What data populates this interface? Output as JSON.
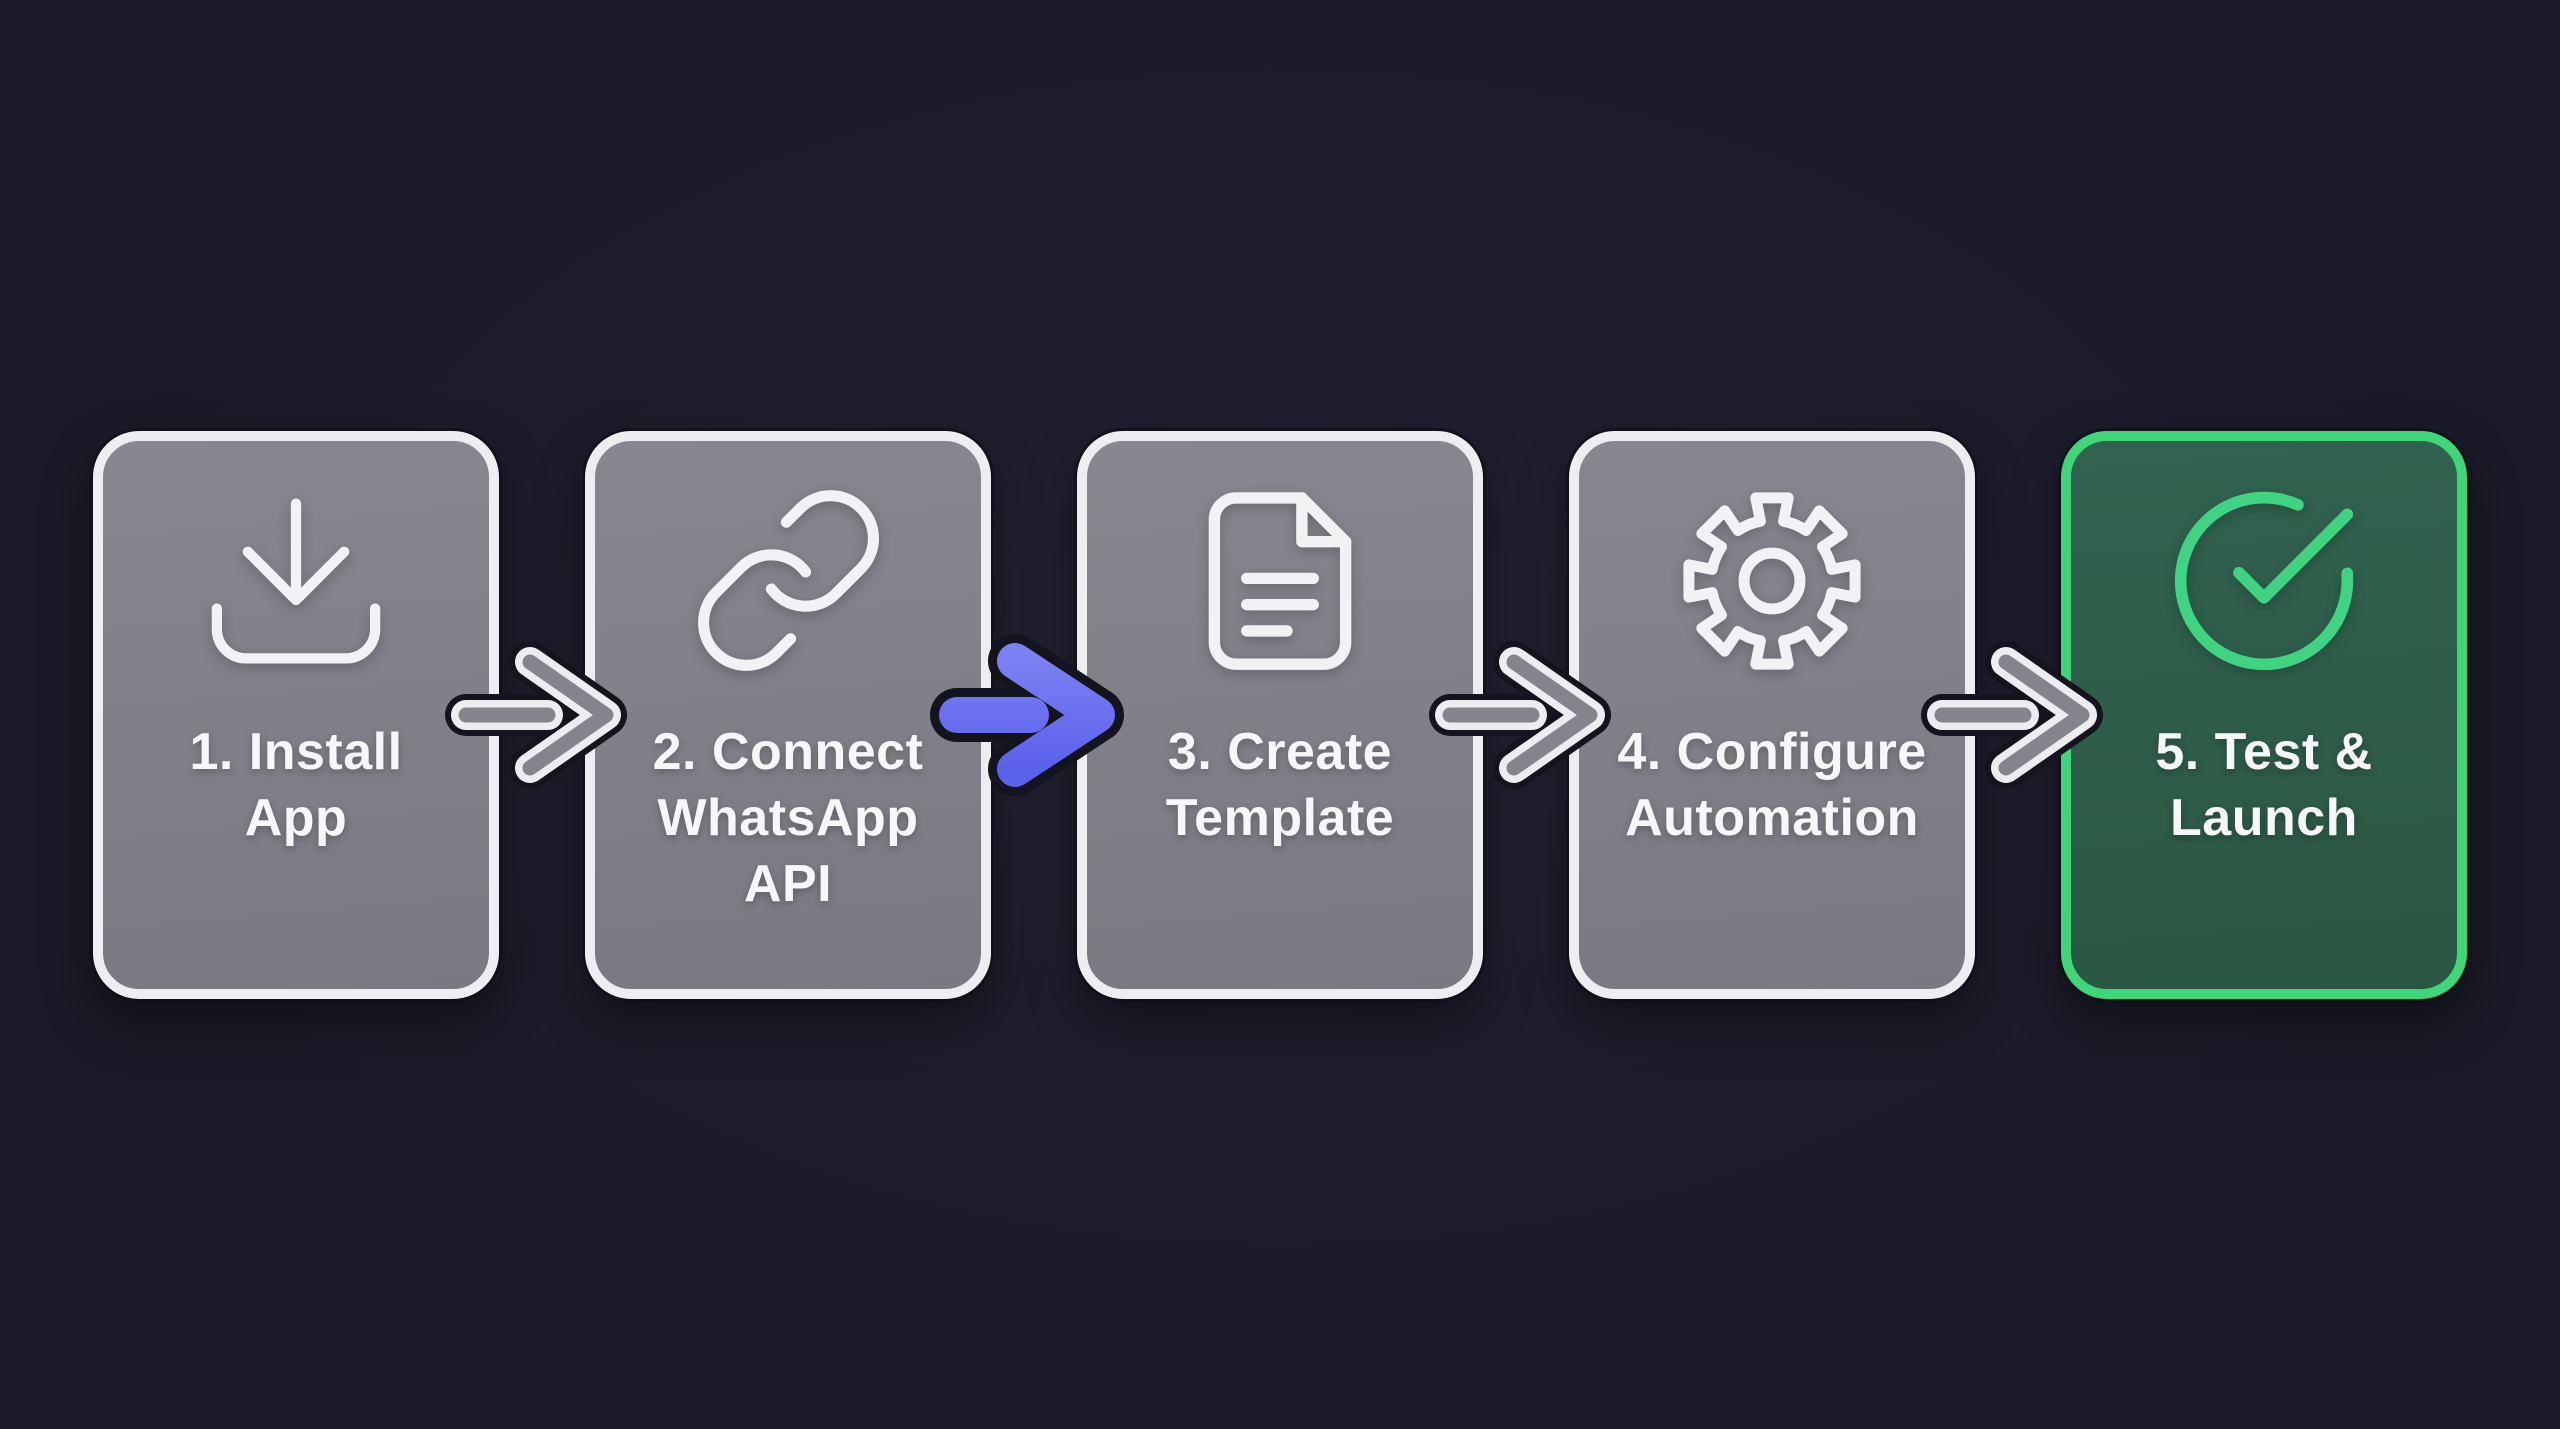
{
  "diagram": {
    "steps": [
      {
        "label": "1. Install\nApp",
        "icon": "download",
        "state": "default"
      },
      {
        "label": "2. Connect\nWhatsApp\nAPI",
        "icon": "link",
        "state": "default"
      },
      {
        "label": "3. Create\nTemplate",
        "icon": "file-text",
        "state": "default"
      },
      {
        "label": "4. Configure\nAutomation",
        "icon": "gear",
        "state": "default"
      },
      {
        "label": "5. Test &\nLaunch",
        "icon": "check-circle",
        "state": "success"
      }
    ],
    "connectors": [
      {
        "from": 1,
        "to": 2,
        "icon": "arrow-right",
        "style": "outline"
      },
      {
        "from": 2,
        "to": 3,
        "icon": "arrow-right",
        "style": "solid-accent"
      },
      {
        "from": 3,
        "to": 4,
        "icon": "arrow-right",
        "style": "outline"
      },
      {
        "from": 4,
        "to": 5,
        "icon": "arrow-right",
        "style": "outline"
      }
    ]
  },
  "colors": {
    "background": "#1a1a28",
    "card-fill-top": "#87878f",
    "card-fill-bottom": "#797983",
    "card-border": "#eeeef2",
    "success-fill-top": "#326350",
    "success-fill-bottom": "#2a5742",
    "success-border": "#3ed678",
    "check-green": "#40d381",
    "icon-stroke": "#f2f2f5",
    "text": "#f7f7f9",
    "arrow-outline": "#ececf1",
    "arrow-core": "#84848d",
    "arrow-casing": "#14141e",
    "accent-blue": "#5a61ea",
    "accent-blue-light": "#7b80f3"
  }
}
